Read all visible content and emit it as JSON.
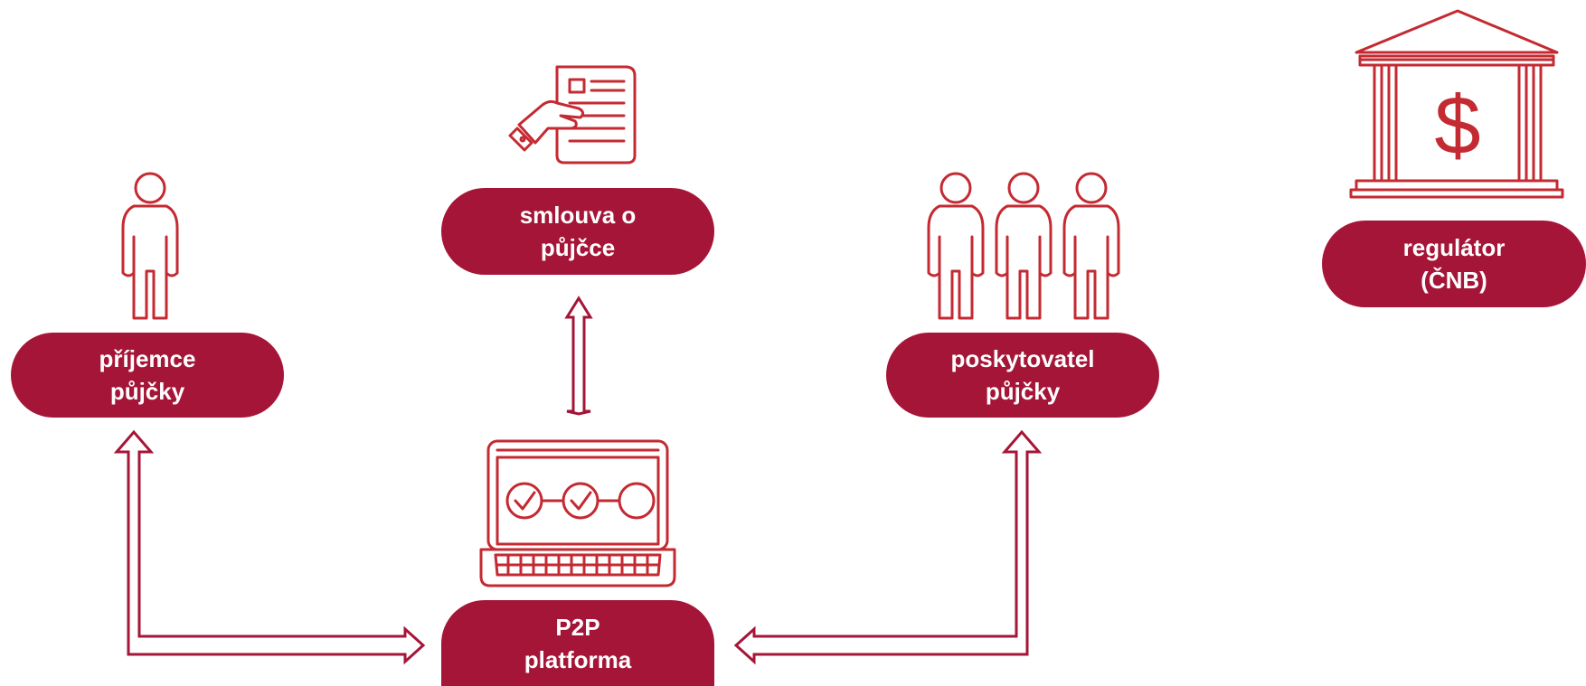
{
  "nodes": {
    "borrower": {
      "line1": "příjemce",
      "line2": "půjčky",
      "icon": "person-icon"
    },
    "contract": {
      "line1": "smlouva o",
      "line2": "půjčce",
      "icon": "contract-hand-icon"
    },
    "lender": {
      "line1": "poskytovatel",
      "line2": "půjčky",
      "icon": "group-of-people-icon"
    },
    "regulator": {
      "line1": "regulátor",
      "line2": "(ČNB)",
      "icon": "bank-dollar-icon"
    },
    "platform": {
      "line1": "P2P",
      "line2": "platforma",
      "icon": "laptop-checklist-icon"
    }
  },
  "colors": {
    "pill": "#a51537",
    "icon": "#c42a32",
    "arrow": "#a51537"
  }
}
